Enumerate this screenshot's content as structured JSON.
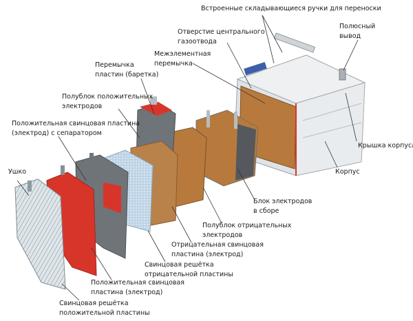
{
  "labels": {
    "handles": [
      "Встроенные складывающиеся ручки для переноски"
    ],
    "terminal": [
      "Полюсный",
      "вывод"
    ],
    "vent": [
      "Отверстие центрального",
      "газоотвода"
    ],
    "intercell": [
      "Межэлементная",
      "перемычка"
    ],
    "strap": [
      "Перемычка",
      "пластин (баретка)"
    ],
    "pos_halfblock": [
      "Полублок положительных",
      "электродов"
    ],
    "pos_plate_sep": [
      "Положительная свинцовая пластина",
      "(электрод) с сепаратором"
    ],
    "lug": [
      "Ушко"
    ],
    "lid": [
      "Крышка корпуса"
    ],
    "case": [
      "Корпус"
    ],
    "block": [
      "Блок электродов",
      "в сборе"
    ],
    "neg_halfblock": [
      "Полублок отрицательных",
      "электродов"
    ],
    "neg_plate": [
      "Отрицательная свинцовая",
      "пластина (электрод)"
    ],
    "neg_grid": [
      "Свинцовая решётка",
      "отрицательной пластины"
    ],
    "pos_plate": [
      "Положительная свинцовая",
      "пластина (электрод)"
    ],
    "pos_grid": [
      "Свинцовая решётка",
      "положительной пластины"
    ]
  },
  "colors": {
    "positive": "#d8352a",
    "negative": "#b87a3c",
    "grid": "#c9d4dc",
    "separator": "#6f7479",
    "case": "#dfe3e6"
  }
}
